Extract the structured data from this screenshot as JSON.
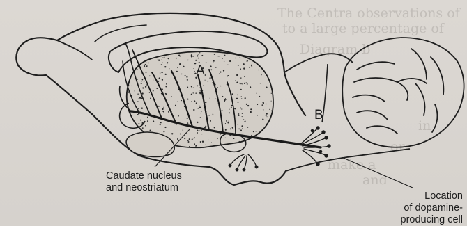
{
  "labels": {
    "a": "A",
    "b": "B",
    "caudate_line1": "Caudate nucleus",
    "caudate_line2": "and neostriatum",
    "location_line1": "Location",
    "location_line2": "of dopamine-",
    "location_line3": "producing cell"
  },
  "background_text": [
    "The Centra observations of",
    "to a large percentage of",
    "Diagram b",
    "make a",
    "and",
    "or",
    "in"
  ],
  "colors": {
    "paper": "#d8d4cf",
    "ink": "#1e1e1e",
    "stipple": "#2a2a2a"
  }
}
